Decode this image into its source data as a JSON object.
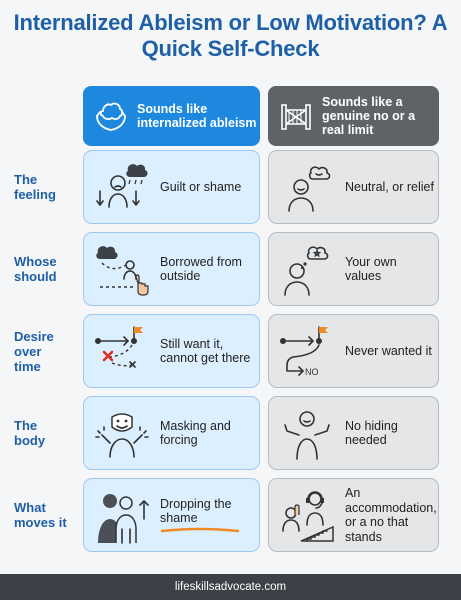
{
  "title": "Internalized Ableism or Low Motivation? A Quick Self-Check",
  "columns": {
    "left_header": "Sounds like internalized ableism",
    "right_header": "Sounds like a genuine no or a real limit",
    "left_icon": "brain-in-hands-icon",
    "right_icon": "gate-icon"
  },
  "rows": [
    {
      "label": "The feeling",
      "left": "Guilt or shame",
      "right": "Neutral, or relief",
      "left_icon": "sad-person-cloud-icon",
      "right_icon": "calm-person-icon"
    },
    {
      "label": "Whose should",
      "left": "Borrowed from outside",
      "right": "Your own values",
      "left_icon": "cloud-pointing-hand-icon",
      "right_icon": "person-star-thought-icon"
    },
    {
      "label": "Desire over time",
      "left": "Still want it, cannot get there",
      "right": "Never wanted it",
      "left_icon": "blocked-path-flag-icon",
      "right_icon": "path-to-no-icon"
    },
    {
      "label": "The body",
      "left": "Masking and forcing",
      "right": "No hiding needed",
      "left_icon": "mask-person-icon",
      "right_icon": "open-arms-person-icon"
    },
    {
      "label": "What moves it",
      "left": "Dropping the shame",
      "right": "An accommodation, or a no that stands",
      "left_icon": "shadow-figure-icon",
      "right_icon": "person-headset-ramp-icon"
    }
  ],
  "footer": "lifeskillsadvocate.com",
  "colors": {
    "title": "#1f5fa6",
    "accent_blue": "#1e88df",
    "grey_header": "#5f6368",
    "card_blue": "#dcefff",
    "card_grey": "#e4e6e8",
    "underline": "#f08a24",
    "footer_bg": "#3b4147"
  }
}
